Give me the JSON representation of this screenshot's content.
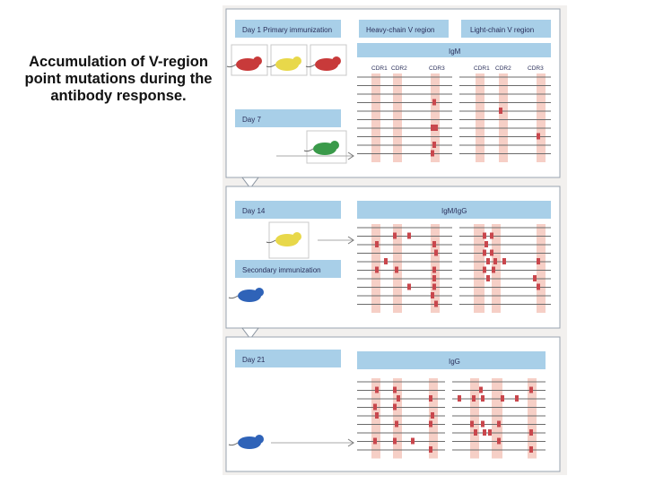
{
  "caption": "Accumulation of V-region point mutations during the antibody response.",
  "panels": [
    {
      "time_label": "Day 1  Primary immunization",
      "heavy_header": "Heavy-chain  V  region",
      "light_header": "Light-chain  V  region",
      "isotype": "IgM",
      "cdr_labels": [
        "CDR1",
        "CDR2",
        "CDR3",
        "CDR1",
        "CDR2",
        "CDR3"
      ],
      "second_label": "Day 7",
      "mice": [
        "red",
        "yellow",
        "red",
        "green"
      ]
    },
    {
      "time_label": "Day 14",
      "isotype": "IgM/IgG",
      "second_label": "Secondary  immunization",
      "mice": [
        "yellow",
        "blue"
      ]
    },
    {
      "time_label": "Day 21",
      "isotype": "IgG",
      "mice": [
        "blue"
      ]
    }
  ],
  "colors": {
    "header_blue": "#a8cfe8",
    "cdr_band": "#f6cfc6",
    "mutation": "#c9474d",
    "mouse_red": "#c83a3a",
    "mouse_yellow": "#e8d84a",
    "mouse_green": "#3a9a4a",
    "mouse_blue": "#2f63b8"
  }
}
